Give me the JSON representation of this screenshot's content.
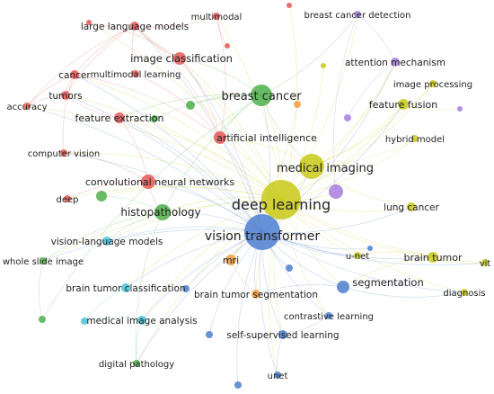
{
  "clusters": {
    "red": "#e45756",
    "green": "#4daf4a",
    "blue": "#4c7fd1",
    "yellow": "#c9c918",
    "purple": "#a77de0",
    "cyan": "#45c3d9",
    "orange": "#f39c3c"
  },
  "nodes": [
    {
      "id": "deep-learning",
      "label": "deep learning",
      "cluster": "yellow",
      "weight": 100
    },
    {
      "id": "vision-transformer",
      "label": "vision transformer",
      "cluster": "blue",
      "weight": 90
    },
    {
      "id": "medical-imaging",
      "label": "medical imaging",
      "cluster": "yellow",
      "weight": 45
    },
    {
      "id": "breast-cancer",
      "label": "breast cancer",
      "cluster": "green",
      "weight": 48
    },
    {
      "id": "artificial-intelligence",
      "label": "artificial intelligence",
      "cluster": "red",
      "weight": 30
    },
    {
      "id": "histopathology",
      "label": "histopathology",
      "cluster": "green",
      "weight": 30
    },
    {
      "id": "convolutional-neural-networks",
      "label": "convolutional neural networks",
      "cluster": "red",
      "weight": 26
    },
    {
      "id": "image-classification",
      "label": "image classification",
      "cluster": "red",
      "weight": 22
    },
    {
      "id": "feature-extraction",
      "label": "feature extraction",
      "cluster": "red",
      "weight": 18
    },
    {
      "id": "large-language-models",
      "label": "large language models",
      "cluster": "red",
      "weight": 14
    },
    {
      "id": "multimodal",
      "label": "multimodal",
      "cluster": "red",
      "weight": 10
    },
    {
      "id": "multimodal-learning",
      "label": "multimodal learning",
      "cluster": "red",
      "weight": 10
    },
    {
      "id": "cancer",
      "label": "cancer",
      "cluster": "red",
      "weight": 12
    },
    {
      "id": "tumors",
      "label": "tumors",
      "cluster": "red",
      "weight": 12
    },
    {
      "id": "accuracy",
      "label": "accuracy",
      "cluster": "red",
      "weight": 10
    },
    {
      "id": "computer-vision",
      "label": "computer vision",
      "cluster": "red",
      "weight": 10
    },
    {
      "id": "deep",
      "label": "deep",
      "cluster": "red",
      "weight": 10
    },
    {
      "id": "breast-cancer-detection",
      "label": "breast cancer detection",
      "cluster": "purple",
      "weight": 10
    },
    {
      "id": "attention-mechanism",
      "label": "attention mechanism",
      "cluster": "purple",
      "weight": 12
    },
    {
      "id": "image-processing",
      "label": "image processing",
      "cluster": "yellow",
      "weight": 10
    },
    {
      "id": "feature-fusion",
      "label": "feature fusion",
      "cluster": "yellow",
      "weight": 16
    },
    {
      "id": "hybrid-model",
      "label": "hybrid model",
      "cluster": "yellow",
      "weight": 10
    },
    {
      "id": "lung-cancer",
      "label": "lung cancer",
      "cluster": "yellow",
      "weight": 14
    },
    {
      "id": "brain-tumor",
      "label": "brain tumor",
      "cluster": "yellow",
      "weight": 16
    },
    {
      "id": "u-net",
      "label": "u-net",
      "cluster": "yellow",
      "weight": 10
    },
    {
      "id": "vit",
      "label": "vit",
      "cluster": "yellow",
      "weight": 10
    },
    {
      "id": "diagnosis",
      "label": "diagnosis",
      "cluster": "yellow",
      "weight": 10
    },
    {
      "id": "segmentation",
      "label": "segmentation",
      "cluster": "blue",
      "weight": 18
    },
    {
      "id": "mri",
      "label": "mri",
      "cluster": "orange",
      "weight": 16
    },
    {
      "id": "brain-tumor-segmentation",
      "label": "brain tumor segmentation",
      "cluster": "orange",
      "weight": 12
    },
    {
      "id": "contrastive-learning",
      "label": "contrastive learning",
      "cluster": "blue",
      "weight": 10
    },
    {
      "id": "self-supervised-learning",
      "label": "self-supervised learning",
      "cluster": "blue",
      "weight": 12
    },
    {
      "id": "unet",
      "label": "unet",
      "cluster": "blue",
      "weight": 10
    },
    {
      "id": "brain-tumor-classification",
      "label": "brain tumor classification",
      "cluster": "cyan",
      "weight": 12
    },
    {
      "id": "medical-image-analysis",
      "label": "medical image analysis",
      "cluster": "cyan",
      "weight": 12
    },
    {
      "id": "vision-language-models",
      "label": "vision-language models",
      "cluster": "cyan",
      "weight": 12
    },
    {
      "id": "whole-slide-image",
      "label": "whole slide image",
      "cluster": "green",
      "weight": 10
    },
    {
      "id": "digital-pathology",
      "label": "digital pathology",
      "cluster": "green",
      "weight": 10
    },
    {
      "id": "u1",
      "label": "",
      "cluster": "red",
      "weight": 6
    },
    {
      "id": "u2",
      "label": "",
      "cluster": "red",
      "weight": 6
    },
    {
      "id": "u3",
      "label": "",
      "cluster": "green",
      "weight": 8
    },
    {
      "id": "u4",
      "label": "",
      "cluster": "green",
      "weight": 8
    },
    {
      "id": "u5",
      "label": "",
      "cluster": "green",
      "weight": 12
    },
    {
      "id": "u6",
      "label": "",
      "cluster": "cyan",
      "weight": 10
    },
    {
      "id": "u7",
      "label": "",
      "cluster": "orange",
      "weight": 8
    },
    {
      "id": "u8",
      "label": "",
      "cluster": "purple",
      "weight": 16
    },
    {
      "id": "u9",
      "label": "",
      "cluster": "purple",
      "weight": 8
    },
    {
      "id": "u10",
      "label": "",
      "cluster": "purple",
      "weight": 6
    },
    {
      "id": "u11",
      "label": "",
      "cluster": "yellow",
      "weight": 6
    },
    {
      "id": "u12",
      "label": "",
      "cluster": "blue",
      "weight": 8
    },
    {
      "id": "u13",
      "label": "",
      "cluster": "blue",
      "weight": 10
    },
    {
      "id": "u14",
      "label": "",
      "cluster": "blue",
      "weight": 8
    },
    {
      "id": "u15",
      "label": "",
      "cluster": "blue",
      "weight": 8
    },
    {
      "id": "u16",
      "label": "",
      "cluster": "blue",
      "weight": 6
    },
    {
      "id": "u17",
      "label": "",
      "cluster": "green",
      "weight": 8
    },
    {
      "id": "u18",
      "label": "",
      "cluster": "red",
      "weight": 6
    }
  ],
  "edges": [
    [
      "deep-learning",
      "vision-transformer"
    ],
    [
      "deep-learning",
      "medical-imaging"
    ],
    [
      "deep-learning",
      "breast-cancer"
    ],
    [
      "deep-learning",
      "artificial-intelligence"
    ],
    [
      "deep-learning",
      "histopathology"
    ],
    [
      "deep-learning",
      "convolutional-neural-networks"
    ],
    [
      "deep-learning",
      "image-classification"
    ],
    [
      "deep-learning",
      "feature-extraction"
    ],
    [
      "deep-learning",
      "large-language-models"
    ],
    [
      "deep-learning",
      "multimodal"
    ],
    [
      "deep-learning",
      "cancer"
    ],
    [
      "deep-learning",
      "tumors"
    ],
    [
      "deep-learning",
      "accuracy"
    ],
    [
      "deep-learning",
      "computer-vision"
    ],
    [
      "deep-learning",
      "deep"
    ],
    [
      "deep-learning",
      "breast-cancer-detection"
    ],
    [
      "deep-learning",
      "attention-mechanism"
    ],
    [
      "deep-learning",
      "image-processing"
    ],
    [
      "deep-learning",
      "feature-fusion"
    ],
    [
      "deep-learning",
      "hybrid-model"
    ],
    [
      "deep-learning",
      "lung-cancer"
    ],
    [
      "deep-learning",
      "brain-tumor"
    ],
    [
      "deep-learning",
      "u-net"
    ],
    [
      "deep-learning",
      "vit"
    ],
    [
      "deep-learning",
      "diagnosis"
    ],
    [
      "deep-learning",
      "segmentation"
    ],
    [
      "deep-learning",
      "mri"
    ],
    [
      "deep-learning",
      "brain-tumor-segmentation"
    ],
    [
      "deep-learning",
      "contrastive-learning"
    ],
    [
      "deep-learning",
      "self-supervised-learning"
    ],
    [
      "deep-learning",
      "unet"
    ],
    [
      "deep-learning",
      "brain-tumor-classification"
    ],
    [
      "deep-learning",
      "medical-image-analysis"
    ],
    [
      "deep-learning",
      "vision-language-models"
    ],
    [
      "deep-learning",
      "whole-slide-image"
    ],
    [
      "deep-learning",
      "digital-pathology"
    ],
    [
      "deep-learning",
      "u1"
    ],
    [
      "deep-learning",
      "u2"
    ],
    [
      "deep-learning",
      "u5"
    ],
    [
      "deep-learning",
      "u8"
    ],
    [
      "deep-learning",
      "u11"
    ],
    [
      "vision-transformer",
      "medical-imaging"
    ],
    [
      "vision-transformer",
      "breast-cancer"
    ],
    [
      "vision-transformer",
      "artificial-intelligence"
    ],
    [
      "vision-transformer",
      "histopathology"
    ],
    [
      "vision-transformer",
      "convolutional-neural-networks"
    ],
    [
      "vision-transformer",
      "image-classification"
    ],
    [
      "vision-transformer",
      "feature-extraction"
    ],
    [
      "vision-transformer",
      "large-language-models"
    ],
    [
      "vision-transformer",
      "cancer"
    ],
    [
      "vision-transformer",
      "tumors"
    ],
    [
      "vision-transformer",
      "accuracy"
    ],
    [
      "vision-transformer",
      "computer-vision"
    ],
    [
      "vision-transformer",
      "attention-mechanism"
    ],
    [
      "vision-transformer",
      "feature-fusion"
    ],
    [
      "vision-transformer",
      "lung-cancer"
    ],
    [
      "vision-transformer",
      "brain-tumor"
    ],
    [
      "vision-transformer",
      "u-net"
    ],
    [
      "vision-transformer",
      "vit"
    ],
    [
      "vision-transformer",
      "diagnosis"
    ],
    [
      "vision-transformer",
      "segmentation"
    ],
    [
      "vision-transformer",
      "mri"
    ],
    [
      "vision-transformer",
      "brain-tumor-segmentation"
    ],
    [
      "vision-transformer",
      "contrastive-learning"
    ],
    [
      "vision-transformer",
      "self-supervised-learning"
    ],
    [
      "vision-transformer",
      "unet"
    ],
    [
      "vision-transformer",
      "brain-tumor-classification"
    ],
    [
      "vision-transformer",
      "medical-image-analysis"
    ],
    [
      "vision-transformer",
      "vision-language-models"
    ],
    [
      "vision-transformer",
      "whole-slide-image"
    ],
    [
      "vision-transformer",
      "digital-pathology"
    ],
    [
      "vision-transformer",
      "u12"
    ],
    [
      "vision-transformer",
      "u13"
    ],
    [
      "vision-transformer",
      "u14"
    ],
    [
      "vision-transformer",
      "u15"
    ],
    [
      "vision-transformer",
      "u16"
    ],
    [
      "breast-cancer",
      "image-classification"
    ],
    [
      "breast-cancer",
      "artificial-intelligence"
    ],
    [
      "breast-cancer",
      "feature-extraction"
    ],
    [
      "breast-cancer",
      "histopathology"
    ],
    [
      "breast-cancer",
      "medical-imaging"
    ],
    [
      "breast-cancer",
      "breast-cancer-detection"
    ],
    [
      "breast-cancer",
      "u3"
    ],
    [
      "breast-cancer",
      "u4"
    ],
    [
      "breast-cancer",
      "u17"
    ],
    [
      "medical-imaging",
      "artificial-intelligence"
    ],
    [
      "medical-imaging",
      "feature-fusion"
    ],
    [
      "medical-imaging",
      "attention-mechanism"
    ],
    [
      "medical-imaging",
      "lung-cancer"
    ],
    [
      "medical-imaging",
      "image-processing"
    ],
    [
      "medical-imaging",
      "hybrid-model"
    ],
    [
      "artificial-intelligence",
      "large-language-models"
    ],
    [
      "artificial-intelligence",
      "multimodal"
    ],
    [
      "artificial-intelligence",
      "image-classification"
    ],
    [
      "artificial-intelligence",
      "multimodal-learning"
    ],
    [
      "artificial-intelligence",
      "cancer"
    ],
    [
      "large-language-models",
      "multimodal"
    ],
    [
      "large-language-models",
      "multimodal-learning"
    ],
    [
      "large-language-models",
      "cancer"
    ],
    [
      "large-language-models",
      "tumors"
    ],
    [
      "large-language-models",
      "accuracy"
    ],
    [
      "large-language-models",
      "image-classification"
    ],
    [
      "cancer",
      "tumors"
    ],
    [
      "cancer",
      "accuracy"
    ],
    [
      "tumors",
      "accuracy"
    ],
    [
      "tumors",
      "feature-extraction"
    ],
    [
      "cancer",
      "computer-vision"
    ],
    [
      "convolutional-neural-networks",
      "deep"
    ],
    [
      "convolutional-neural-networks",
      "computer-vision"
    ],
    [
      "convolutional-neural-networks",
      "histopathology"
    ],
    [
      "convolutional-neural-networks",
      "feature-extraction"
    ],
    [
      "histopathology",
      "whole-slide-image"
    ],
    [
      "histopathology",
      "digital-pathology"
    ],
    [
      "histopathology",
      "vision-language-models"
    ],
    [
      "histopathology",
      "u5"
    ],
    [
      "whole-slide-image",
      "u17"
    ],
    [
      "attention-mechanism",
      "breast-cancer-detection"
    ],
    [
      "attention-mechanism",
      "u9"
    ],
    [
      "feature-fusion",
      "u10"
    ],
    [
      "brain-tumor",
      "u-net"
    ],
    [
      "brain-tumor",
      "vit"
    ],
    [
      "brain-tumor",
      "segmentation"
    ],
    [
      "segmentation",
      "diagnosis"
    ],
    [
      "segmentation",
      "brain-tumor-segmentation"
    ],
    [
      "mri",
      "brain-tumor-segmentation"
    ],
    [
      "mri",
      "u7"
    ],
    [
      "self-supervised-learning",
      "contrastive-learning"
    ],
    [
      "self-supervised-learning",
      "unet"
    ],
    [
      "medical-image-analysis",
      "u6"
    ],
    [
      "brain-tumor-classification",
      "u6"
    ],
    [
      "medical-image-analysis",
      "digital-pathology"
    ],
    [
      "breast-cancer-detection",
      "u8"
    ],
    [
      "multimodal",
      "u18"
    ],
    [
      "image-classification",
      "u1"
    ]
  ]
}
